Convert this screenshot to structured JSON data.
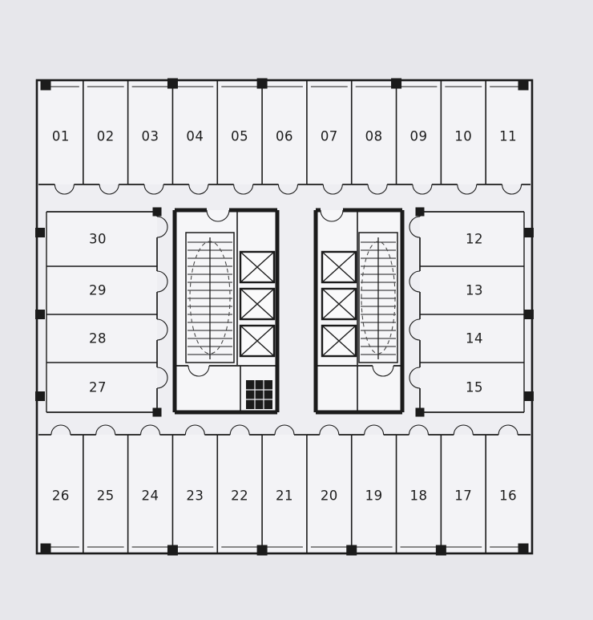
{
  "plan": {
    "rooms": {
      "top_row": [
        "01",
        "02",
        "03",
        "04",
        "05",
        "06",
        "07",
        "08",
        "09",
        "10",
        "11"
      ],
      "right_column": [
        "12",
        "13",
        "14",
        "15"
      ],
      "bottom_row": [
        "26",
        "25",
        "24",
        "23",
        "22",
        "21",
        "20",
        "19",
        "18",
        "17",
        "16"
      ],
      "left_column": [
        "30",
        "29",
        "28",
        "27"
      ]
    },
    "cores": {
      "left": {
        "elevator_count": 3,
        "has_stair": true
      },
      "right": {
        "elevator_count": 3,
        "has_stair": true
      }
    }
  },
  "colors": {
    "background": "#e7e7eb",
    "plan_fill": "#eeeef2",
    "room_fill": "#f3f3f6",
    "core_fill": "#f6f6f8",
    "wall": "#1b1b1b",
    "label": "#1c1c1c",
    "dashed_guide": "#4a4a4a"
  }
}
